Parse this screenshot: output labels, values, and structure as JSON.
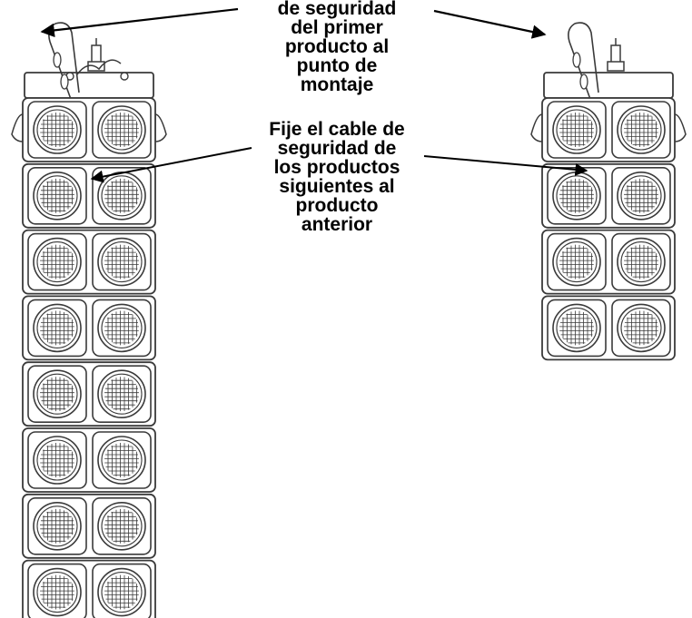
{
  "callout_top": {
    "lines": [
      "de seguridad",
      "del primer",
      "producto al",
      "punto de",
      "montaje"
    ]
  },
  "callout_bottom": {
    "lines": [
      "Fije el cable de",
      "seguridad de",
      "los productos",
      "siguientes al",
      "producto",
      "anterior"
    ]
  },
  "left_stack": {
    "units": 8
  },
  "right_stack": {
    "units": 4
  },
  "colors": {
    "line": "#3a3a3a",
    "text": "#000000",
    "background": "#ffffff"
  }
}
